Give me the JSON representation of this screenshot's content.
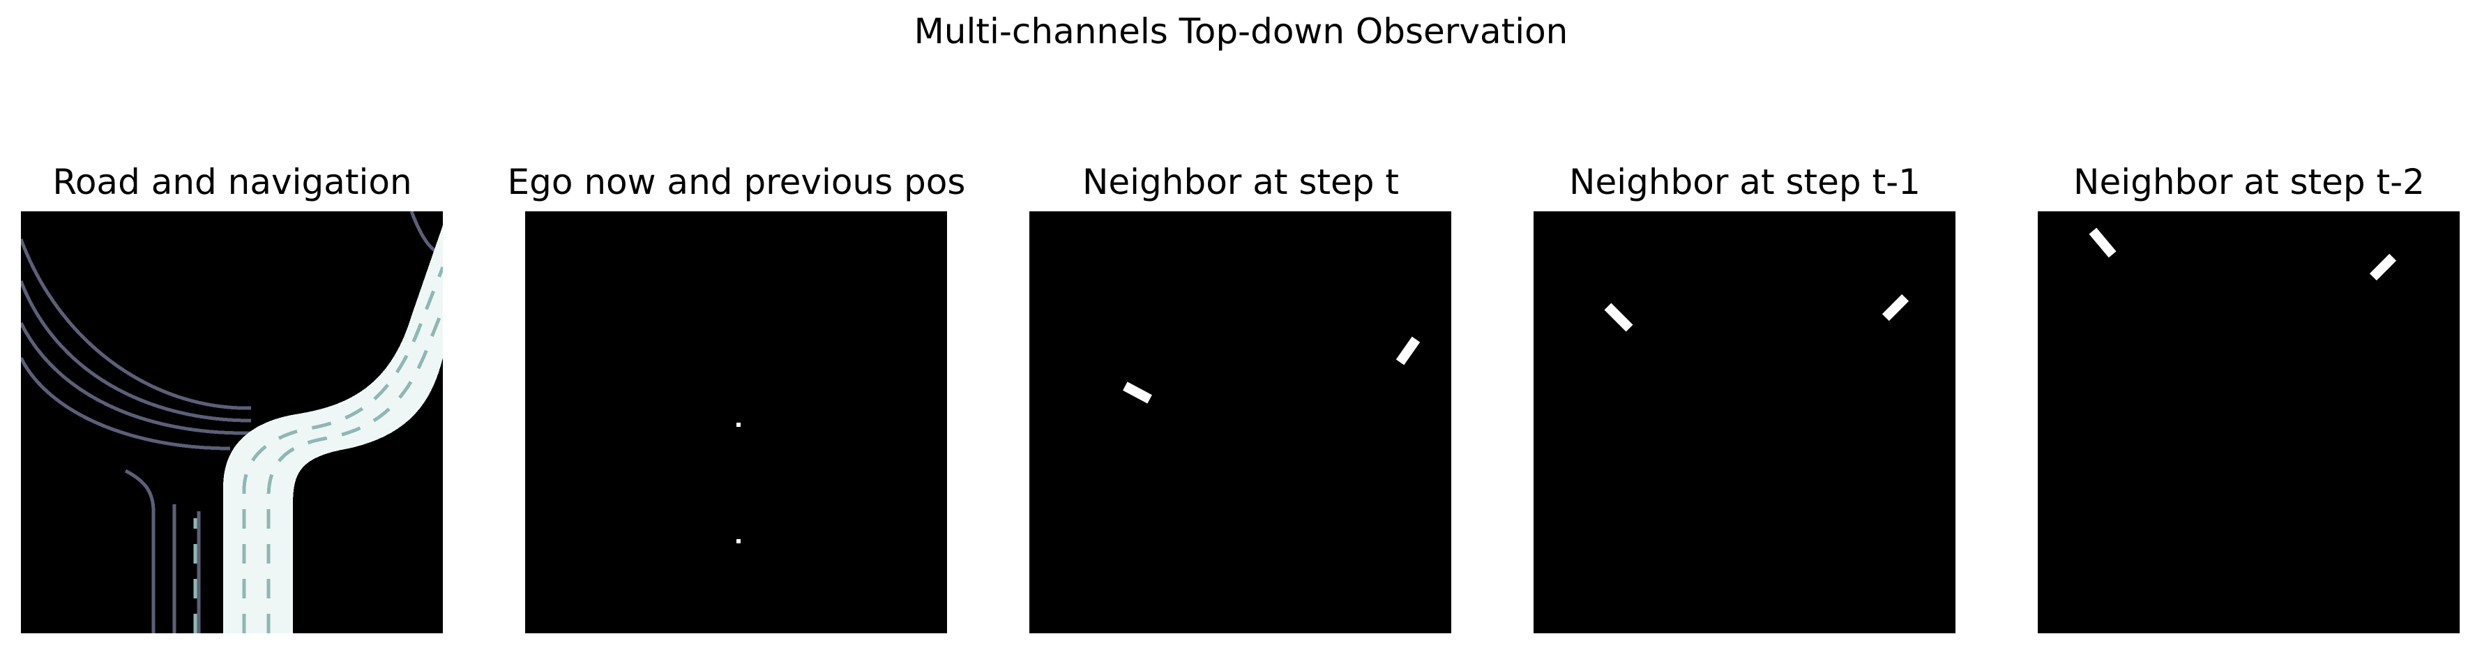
{
  "figure": {
    "title": "Multi-channels Top-down Observation"
  },
  "panels": [
    {
      "title": "Road and navigation"
    },
    {
      "title": "Ego now and previous pos"
    },
    {
      "title": "Neighbor at step t"
    },
    {
      "title": "Neighbor at step t-1"
    },
    {
      "title": "Neighbor at step t-2"
    }
  ],
  "colors": {
    "background": "#000000",
    "road_edge": "#5b5f78",
    "lane_marking": "#8fb7b4",
    "navigation_fill": "#eef7f6",
    "vehicle": "#ffffff"
  }
}
